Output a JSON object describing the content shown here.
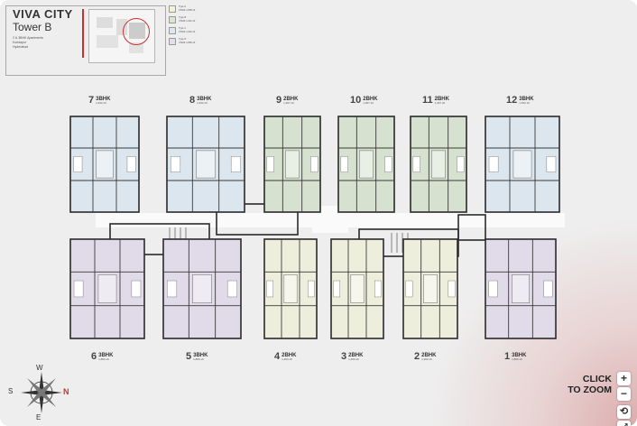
{
  "title": {
    "project": "VIVA CITY",
    "tower": "Tower B"
  },
  "subtitle_lines": [
    "2 & 3BHK Apartments",
    "Kondapur",
    "Hyderabad"
  ],
  "legend": [
    {
      "label": "Type A",
      "detail": "3 BHK 1,805 sft",
      "color": "#f3f2d2"
    },
    {
      "label": "Type B",
      "detail": "3 BHK 1,631 sft",
      "color": "#d8e6d2"
    },
    {
      "label": "Type C",
      "detail": "3 BHK 1,632 sft",
      "color": "#dde7f0"
    },
    {
      "label": "Type D",
      "detail": "3 BHK 1,866 sft",
      "color": "#e5dcec"
    }
  ],
  "units_top": [
    {
      "number": "7",
      "type": "3BHK",
      "area": "1,632 sft",
      "color": "#dce6ee"
    },
    {
      "number": "8",
      "type": "3BHK",
      "area": "1,632 sft",
      "color": "#dce6ee"
    },
    {
      "number": "9",
      "type": "2BHK",
      "area": "1,367 sft",
      "color": "#d6e2cf"
    },
    {
      "number": "10",
      "type": "2BHK",
      "area": "1,367 sft",
      "color": "#d6e2cf"
    },
    {
      "number": "11",
      "type": "2BHK",
      "area": "1,367 sft",
      "color": "#d6e2cf"
    },
    {
      "number": "12",
      "type": "3BHK",
      "area": "1,632 sft",
      "color": "#dce6ee"
    }
  ],
  "units_bottom": [
    {
      "number": "6",
      "type": "3BHK",
      "area": "1,866 sft",
      "color": "#e1dae9"
    },
    {
      "number": "5",
      "type": "3BHK",
      "area": "1,866 sft",
      "color": "#e1dae9"
    },
    {
      "number": "4",
      "type": "2BHK",
      "area": "1,260 sft",
      "color": "#eeeedd"
    },
    {
      "number": "3",
      "type": "2BHK",
      "area": "1,260 sft",
      "color": "#eeeedd"
    },
    {
      "number": "2",
      "type": "2BHK",
      "area": "1,260 sft",
      "color": "#eeeedd"
    },
    {
      "number": "1",
      "type": "3BHK",
      "area": "1,866 sft",
      "color": "#e1dae9"
    }
  ],
  "compass": {
    "n": "N",
    "s": "S",
    "e": "E",
    "w": "W"
  },
  "zoom": {
    "line1": "CLICK",
    "line2": "TO ZOOM",
    "plus": "+",
    "minus": "−",
    "reset": "⟲",
    "fullscreen": "⤢"
  }
}
